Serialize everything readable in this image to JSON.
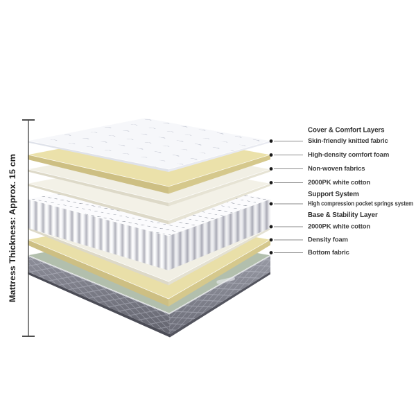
{
  "diagram": {
    "title_none": "",
    "dimension_label": "Mattress Thickness: Approx. 15 cm",
    "section_headers": {
      "cover": "Cover & Comfort Layers",
      "support": "Support System",
      "base": "Base & Stability Layer"
    },
    "layers": [
      {
        "id": "knitted-fabric",
        "label": "Skin-friendly knitted fabric",
        "color": "#f6f7fa",
        "side_color": "#dfe2ea"
      },
      {
        "id": "comfort-foam",
        "label": "High-density comfort foam",
        "color": "#ebe1aa",
        "side_color": "#d5c88c"
      },
      {
        "id": "non-woven",
        "label": "Non-woven fabrics",
        "color": "#f1efe4",
        "side_color": "#ddd9c8"
      },
      {
        "id": "white-cotton-top",
        "label": "2000PK white cotton",
        "color": "#f3f1e7",
        "side_color": "#ddd9c8"
      },
      {
        "id": "pocket-springs",
        "label": "High compression pocket springs system",
        "color": "#fbfbfd",
        "side_color": "#b7b8c1"
      },
      {
        "id": "white-cotton-bottom",
        "label": "2000PK white cotton",
        "color": "#f1efe4",
        "side_color": "#ddd9c8"
      },
      {
        "id": "density-foam",
        "label": "Density foam",
        "color": "#e9dfa8",
        "side_color": "#d5c88c"
      },
      {
        "id": "bottom-fabric",
        "label": "Bottom fabric",
        "color": "#b2bfad",
        "side_color": "#8e8f9a"
      }
    ],
    "colors": {
      "background": "#ffffff",
      "leader_line": "#8a8a8a",
      "leader_dot": "#1a1a1a",
      "label_text": "#3c3c3c",
      "header_text": "#2e2e2e",
      "dimension_line": "#4d4d4d",
      "quilt_mark": "#c2c6d2",
      "spring_dash": "#8e939e",
      "base_side_dark": "#63646e",
      "base_bottom_rim": "#4b4c56"
    }
  }
}
